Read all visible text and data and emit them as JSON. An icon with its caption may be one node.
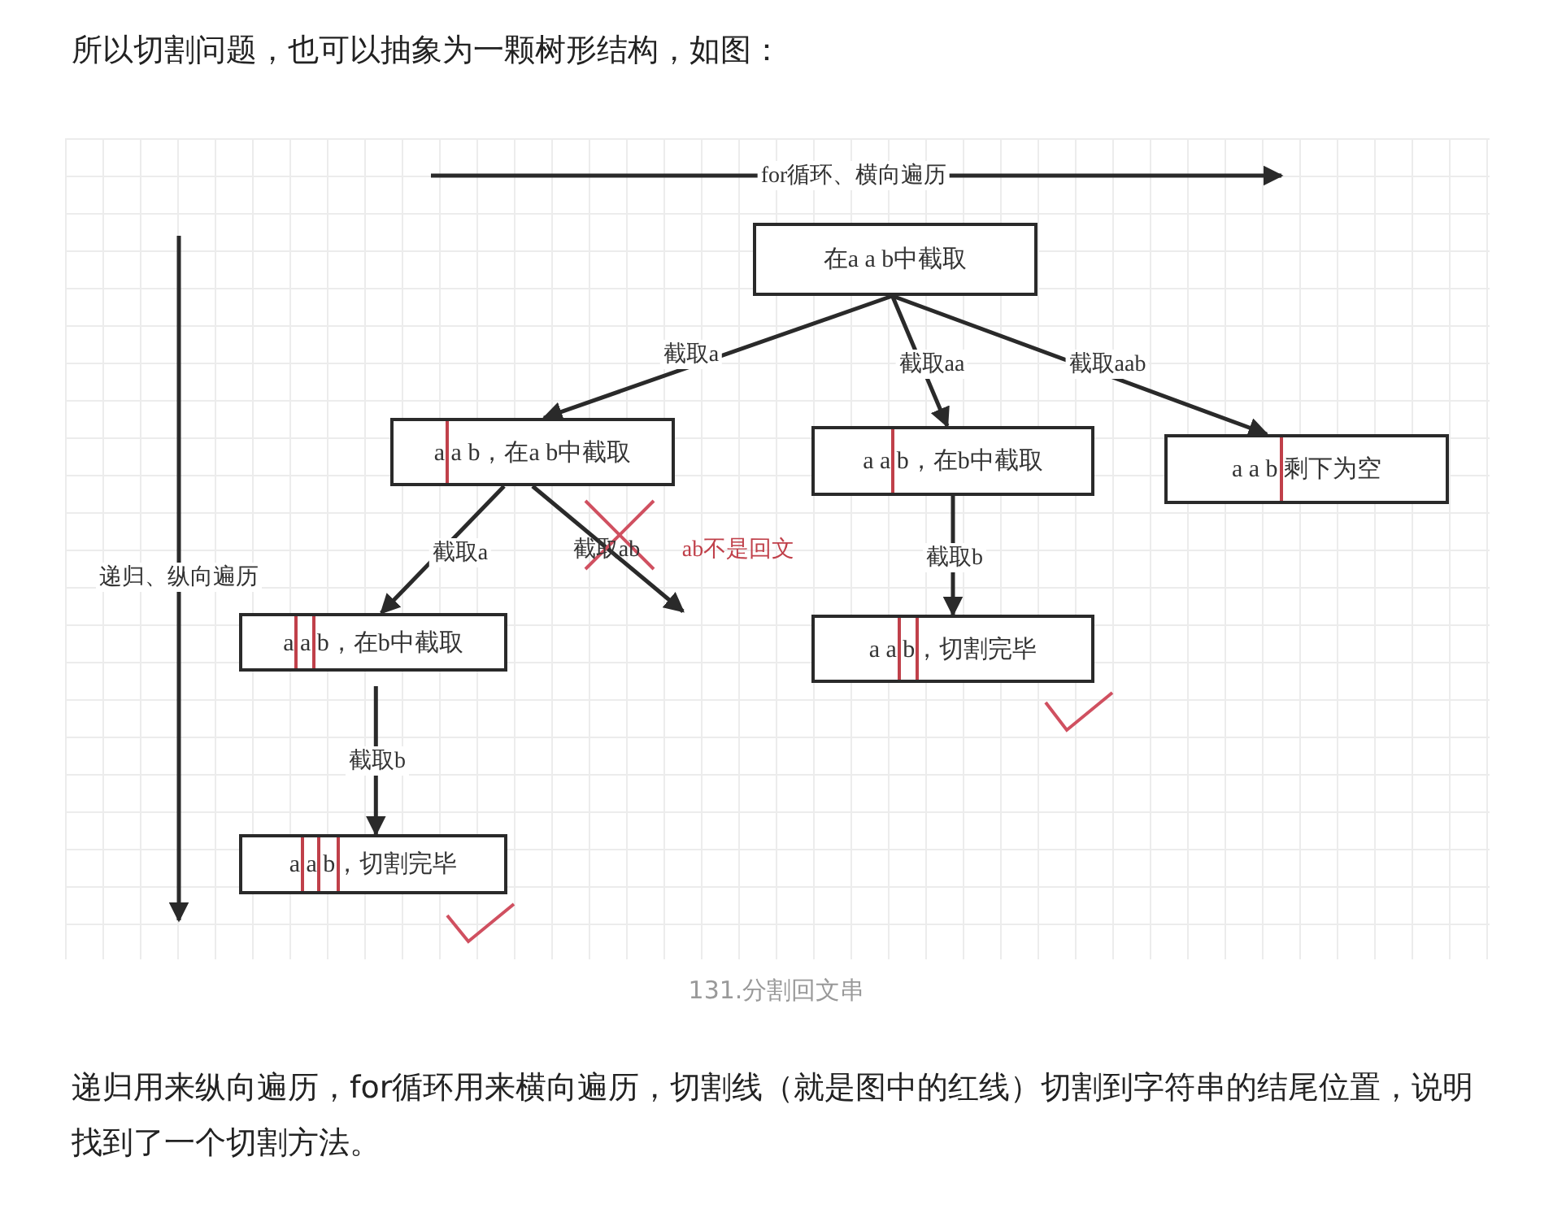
{
  "diagram": {
    "caption": "131.分割回文串",
    "nodes": [
      {
        "text": [
          "在a a b中截取"
        ]
      },
      {
        "text": [
          "a a b，在a b中截取"
        ]
      },
      {
        "text": [
          "a a b，在b中截取"
        ]
      },
      {
        "text": [
          "a a b 剩下为空"
        ]
      },
      {
        "text": [
          "a a b，在b中截取"
        ]
      },
      {
        "text": [
          "a a b，切割完毕"
        ]
      },
      {
        "text": [
          "a a b，切割完毕"
        ]
      }
    ],
    "edges": [
      {
        "from": 0,
        "to": 1,
        "arrow": "to",
        "label": "截取a"
      },
      {
        "from": 0,
        "to": 2,
        "arrow": "to",
        "label": "截取aa"
      },
      {
        "from": 0,
        "to": 3,
        "arrow": "to",
        "label": "截取aab"
      },
      {
        "from": 1,
        "to": 4,
        "arrow": "to",
        "label": "截取a"
      },
      {
        "from": 1,
        "to": null,
        "arrow": "to",
        "label": "截取ab"
      },
      {
        "from": 2,
        "to": 5,
        "arrow": "to",
        "label": "截取b"
      },
      {
        "from": 4,
        "to": 6,
        "arrow": "to",
        "label": "截取b"
      }
    ],
    "labels": [
      "所以切割问题，也可以抽象为一颗树形结构，如图：",
      "for循环、横向遍历",
      "递归、纵向遍历",
      "ab不是回文",
      "递归用来纵向遍历，for循环用来横向遍历，切割线（就是图中的红线）切割到字符串的结尾位置，说明找到了一个切割方法。"
    ]
  }
}
